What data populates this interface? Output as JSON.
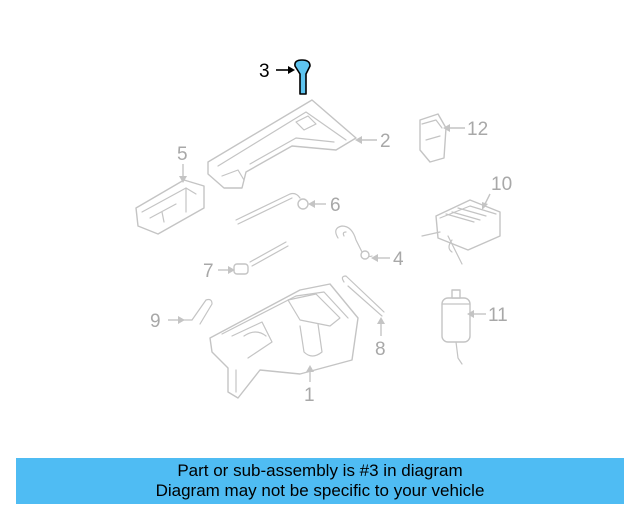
{
  "callouts": {
    "c1": "1",
    "c2": "2",
    "c3": "3",
    "c4": "4",
    "c5": "5",
    "c6": "6",
    "c7": "7",
    "c8": "8",
    "c9": "9",
    "c10": "10",
    "c11": "11",
    "c12": "12"
  },
  "highlighted_part": "3",
  "colors": {
    "banner_background": "#4fbcf3",
    "highlight_fill": "#5ec4ef",
    "inactive_line": "#c4c4c4"
  },
  "banner": {
    "line1": "Part or sub-assembly is #3 in diagram",
    "line2": "Diagram may not be specific to your vehicle"
  }
}
